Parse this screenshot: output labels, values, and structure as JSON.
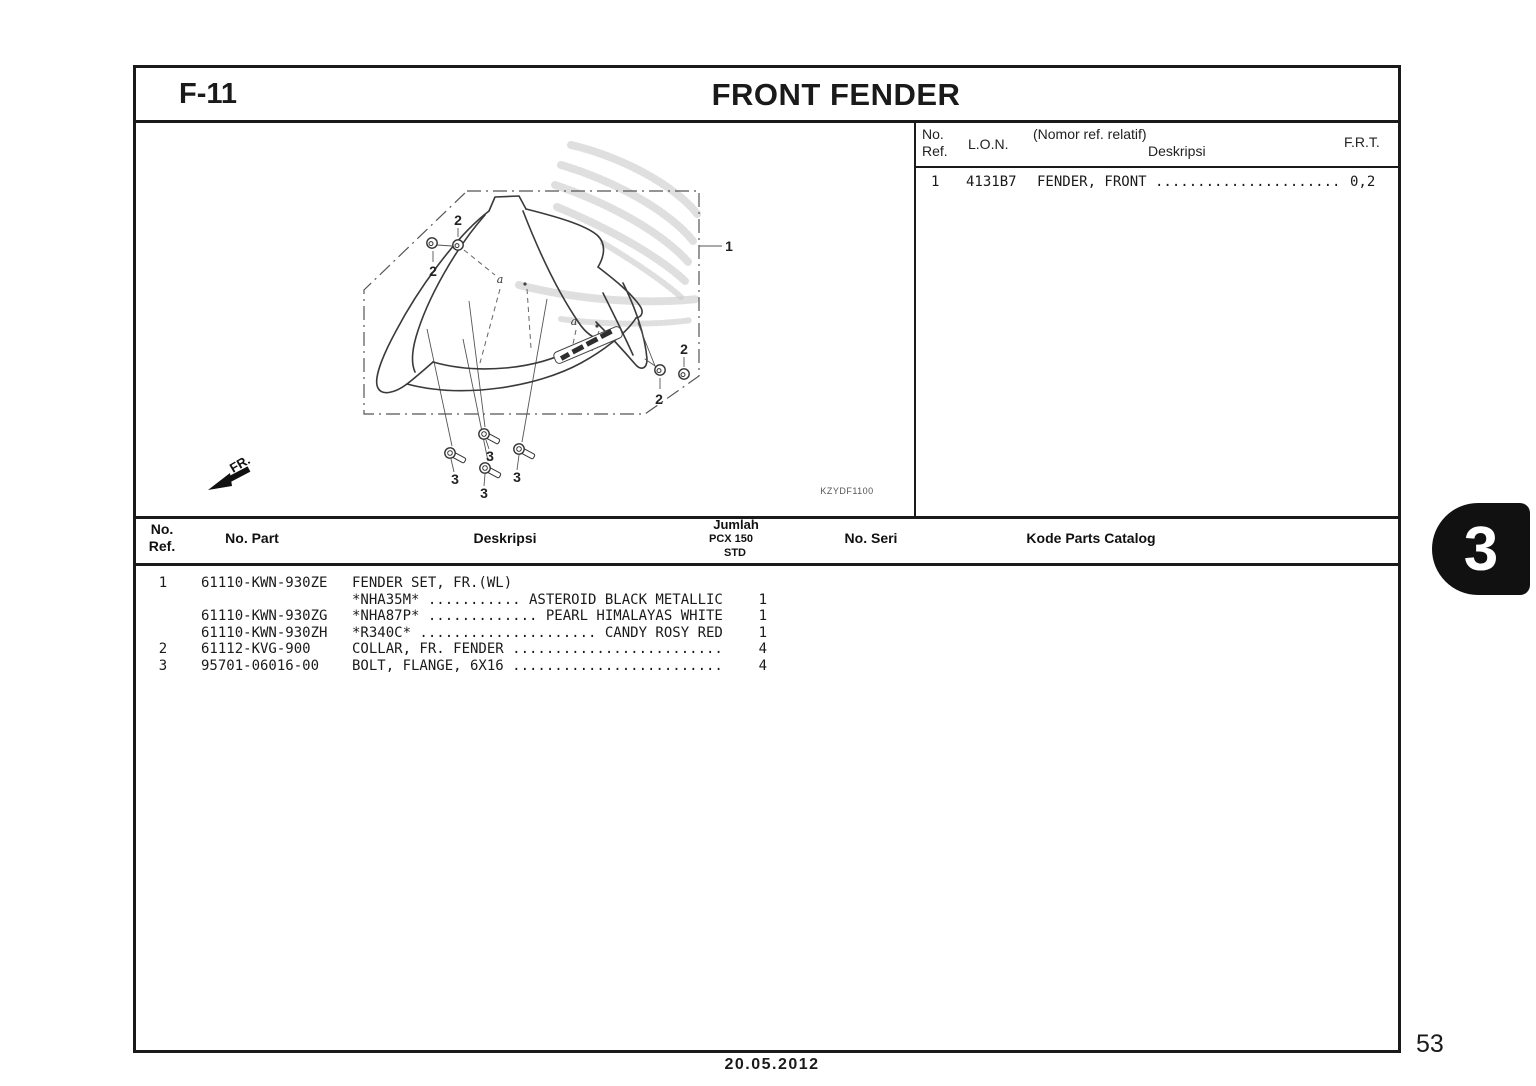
{
  "header": {
    "code": "F-11",
    "title": "FRONT FENDER"
  },
  "ref_table": {
    "headers": {
      "no_ref": [
        "No.",
        "Ref."
      ],
      "lon": "L.O.N.",
      "relatif": "(Nomor ref. relatif)",
      "deskripsi": "Deskripsi",
      "frt": "F.R.T."
    },
    "row": {
      "no_ref": "1",
      "lon": "4131B7",
      "deskripsi": "FENDER, FRONT ......................",
      "frt": "0,2"
    }
  },
  "diagram": {
    "drawing_code": "KZYDF1100",
    "fr_label": "FR.",
    "callout_1": "1",
    "callout_2": "2",
    "callout_3": "3",
    "callout_a": "a"
  },
  "parts_table": {
    "headers": {
      "no_ref": [
        "No.",
        "Ref."
      ],
      "no_part": "No. Part",
      "deskripsi": "Deskripsi",
      "jumlah": [
        "Jumlah",
        "PCX 150",
        "STD"
      ],
      "no_seri": "No. Seri",
      "kode": "Kode Parts Catalog"
    },
    "rows": [
      {
        "ref": "1",
        "part": "61110-KWN-930ZE",
        "desc": "FENDER SET, FR.(WL)",
        "qty": ""
      },
      {
        "ref": "",
        "part": "",
        "desc": "*NHA35M* ........... ASTEROID BLACK METALLIC",
        "qty": "1"
      },
      {
        "ref": "",
        "part": "61110-KWN-930ZG",
        "desc": "*NHA87P* ............. PEARL HIMALAYAS WHITE",
        "qty": "1"
      },
      {
        "ref": "",
        "part": "61110-KWN-930ZH",
        "desc": "*R340C* ..................... CANDY ROSY RED",
        "qty": "1"
      },
      {
        "ref": "2",
        "part": "61112-KVG-900",
        "desc": "COLLAR, FR. FENDER .........................",
        "qty": "4"
      },
      {
        "ref": "3",
        "part": "95701-06016-00",
        "desc": "BOLT, FLANGE, 6X16 .........................",
        "qty": "4"
      }
    ]
  },
  "footer": {
    "date": "20.05.2012",
    "page_number": "53",
    "side_tab": "3"
  },
  "colors": {
    "ink": "#1a1a1a",
    "diagram_line": "#3a3a3a",
    "watermark": "#cbcbcb",
    "tab_bg": "#111111"
  }
}
